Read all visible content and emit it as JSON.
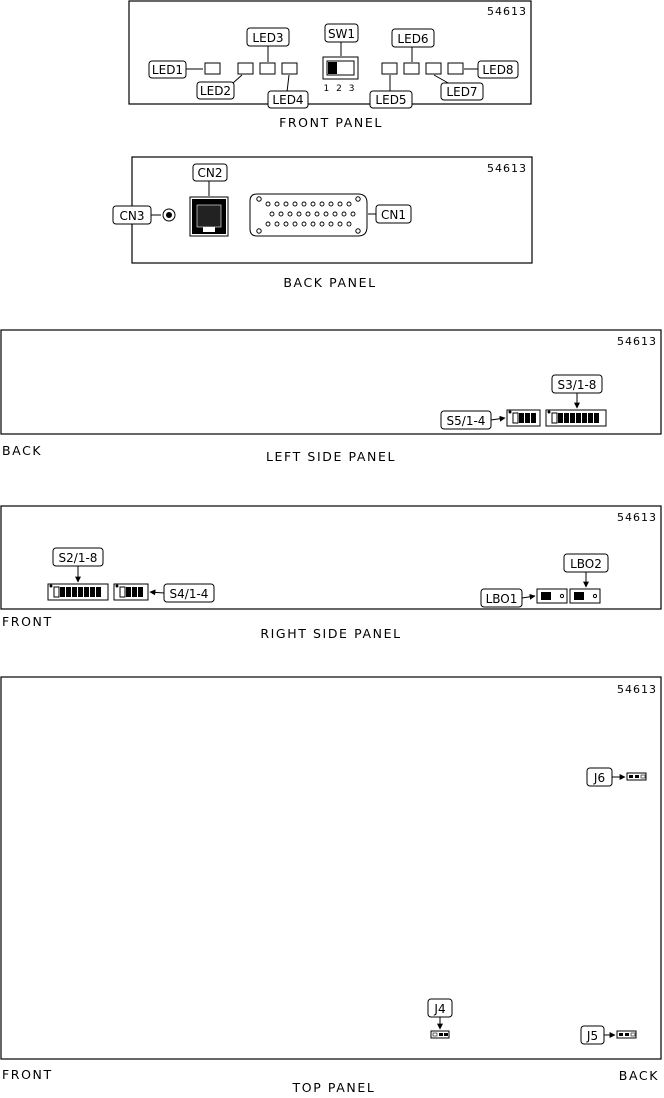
{
  "model_number": "54613",
  "front_panel": {
    "caption": "FRONT PANEL",
    "leds": [
      "LED1",
      "LED2",
      "LED3",
      "LED4",
      "LED5",
      "LED6",
      "LED7",
      "LED8"
    ],
    "switch_label": "SW1",
    "switch_positions": "1 2 3"
  },
  "back_panel": {
    "caption": "BACK PANEL",
    "connectors": [
      "CN1",
      "CN2",
      "CN3"
    ]
  },
  "left_side_panel": {
    "caption": "LEFT SIDE PANEL",
    "edge_label": "BACK",
    "switches": [
      "S5/1-4",
      "S3/1-8"
    ]
  },
  "right_side_panel": {
    "caption": "RIGHT SIDE PANEL",
    "edge_label": "FRONT",
    "switches": [
      "S2/1-8",
      "S4/1-4"
    ],
    "jumpers": [
      "LBO1",
      "LBO2"
    ]
  },
  "top_panel": {
    "caption": "TOP PANEL",
    "front_label": "FRONT",
    "back_label": "BACK",
    "jumpers": [
      "J4",
      "J5",
      "J6"
    ]
  }
}
